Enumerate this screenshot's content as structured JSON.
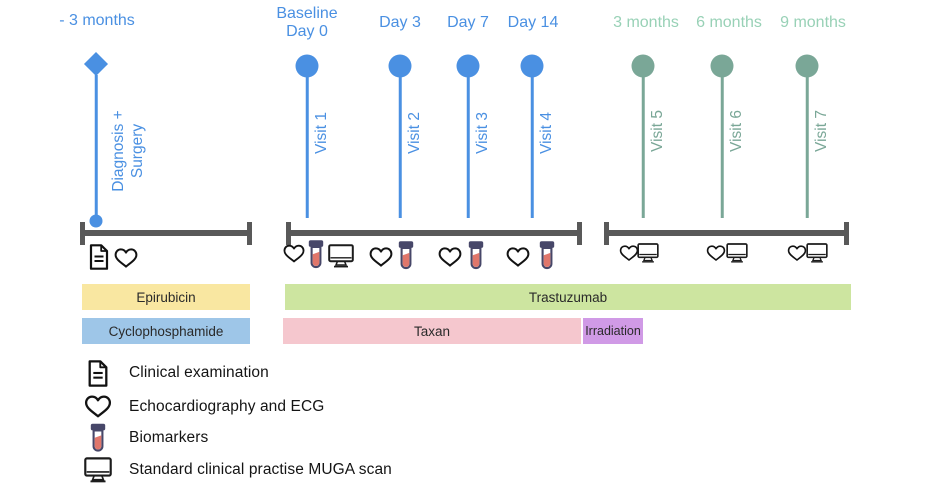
{
  "top_labels": {
    "milestone": "- 3 months",
    "v1_line1": "Baseline",
    "v1_line2": "Day 0",
    "v2": "Day 3",
    "v3": "Day 7",
    "v4": "Day 14",
    "v5": "3 months",
    "v6": "6 months",
    "v7": "9 months"
  },
  "visit_labels": {
    "milestone_line1": "Diagnosis +",
    "milestone_line2": "Surgery",
    "v1": "Visit 1",
    "v2": "Visit 2",
    "v3": "Visit 3",
    "v4": "Visit 4",
    "v5": "Visit 5",
    "v6": "Visit 6",
    "v7": "Visit 7"
  },
  "treatments": {
    "epirubicin": "Epirubicin",
    "cyclophosphamide": "Cyclophosphamide",
    "trastuzumab": "Trastuzumab",
    "taxan": "Taxan",
    "irradiation": "Irradiation"
  },
  "legend": {
    "items": [
      {
        "icon": "document-icon",
        "label": "Clinical examination"
      },
      {
        "icon": "heart-icon",
        "label": "Echocardiography and ECG"
      },
      {
        "icon": "test-tube-icon",
        "label": "Biomarkers"
      },
      {
        "icon": "monitor-icon",
        "label": "Standard clinical practise MUGA scan"
      }
    ]
  },
  "palette": {
    "blue_phase": "#4a90e2",
    "green_phase_marker": "#7aa797",
    "green_phase_label": "#98d1b6",
    "bracket_gray": "#595959",
    "epirubicin_bar": "#f9e7a1",
    "cyclophosphamide_bar": "#9ec6e8",
    "trastuzumab_bar": "#cde5a0",
    "taxan_bar": "#f5c7ce",
    "irradiation_bar": "#d09ae6",
    "tube_cap": "#474769",
    "tube_liquid": "#e0766b"
  }
}
